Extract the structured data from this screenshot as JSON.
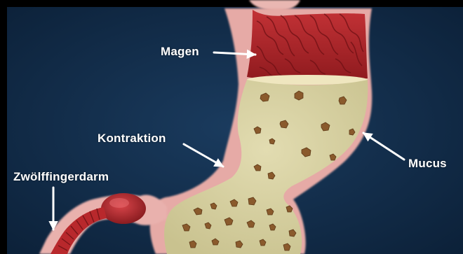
{
  "labels": {
    "magen": "Magen",
    "kontraktion": "Kontraktion",
    "mucus": "Mucus",
    "zwoelffingerdarm": "Zwölffingerdarm"
  },
  "colors": {
    "background": "#0f2842",
    "mucus_layer": "#e9b7b2",
    "stomach_wall": "#b52a2d",
    "chyme": "#d9d3a6",
    "food_particle": "#8d5b2a",
    "arrow": "#ffffff",
    "label_text": "#ffffff"
  }
}
